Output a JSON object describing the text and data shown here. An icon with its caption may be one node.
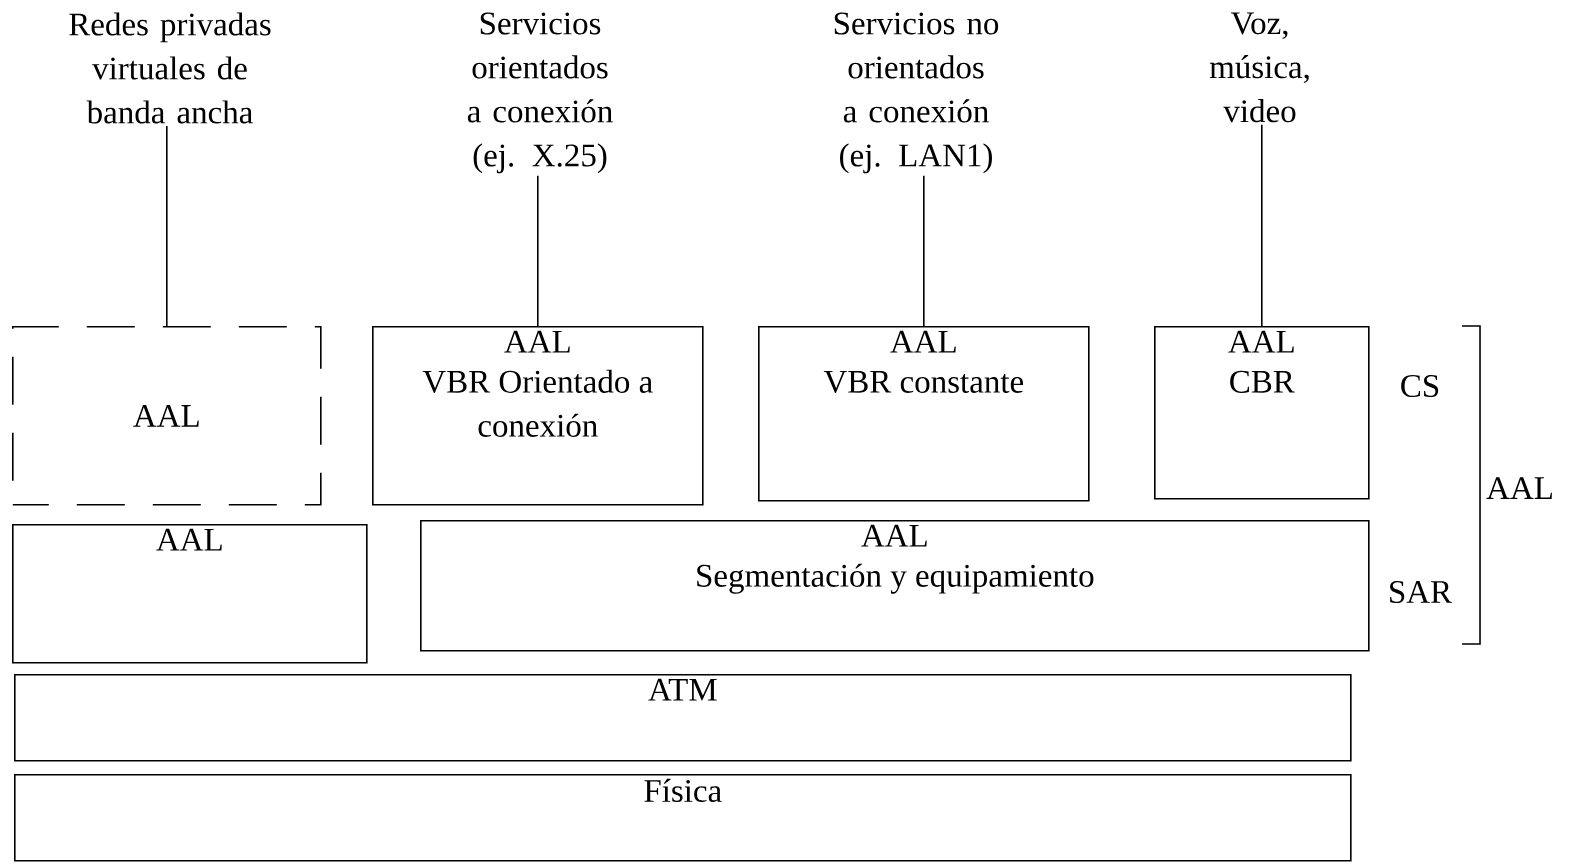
{
  "diagram": {
    "nodes": [
      {
        "text": [
          "Redes privadas virtuales de banda ancha"
        ]
      },
      {
        "text": [
          "Servicios orientados a conexión (ej. X.25)"
        ]
      },
      {
        "text": [
          "Servicios no orientados a conexión (ej. LAN1)"
        ]
      },
      {
        "text": [
          "Voz, música, video"
        ]
      },
      {
        "text": [
          "AAL"
        ]
      },
      {
        "text": [
          "AAL",
          "VBR Orientado a conexión"
        ]
      },
      {
        "text": [
          "AAL",
          "VBR constante"
        ]
      },
      {
        "text": [
          "AAL",
          "CBR"
        ]
      },
      {
        "text": [
          "AAL"
        ]
      },
      {
        "text": [
          "AAL",
          "Segmentación y equipamiento"
        ]
      },
      {
        "text": [
          "ATM"
        ]
      },
      {
        "text": [
          "Física"
        ]
      }
    ],
    "edges": [
      {
        "from": 0,
        "to": 4,
        "arrow": "none"
      },
      {
        "from": 1,
        "to": 5,
        "arrow": "none"
      },
      {
        "from": 2,
        "to": 6,
        "arrow": "none"
      },
      {
        "from": 3,
        "to": 7,
        "arrow": "none"
      }
    ],
    "labels": [
      "CS",
      "AAL",
      "SAR"
    ]
  }
}
